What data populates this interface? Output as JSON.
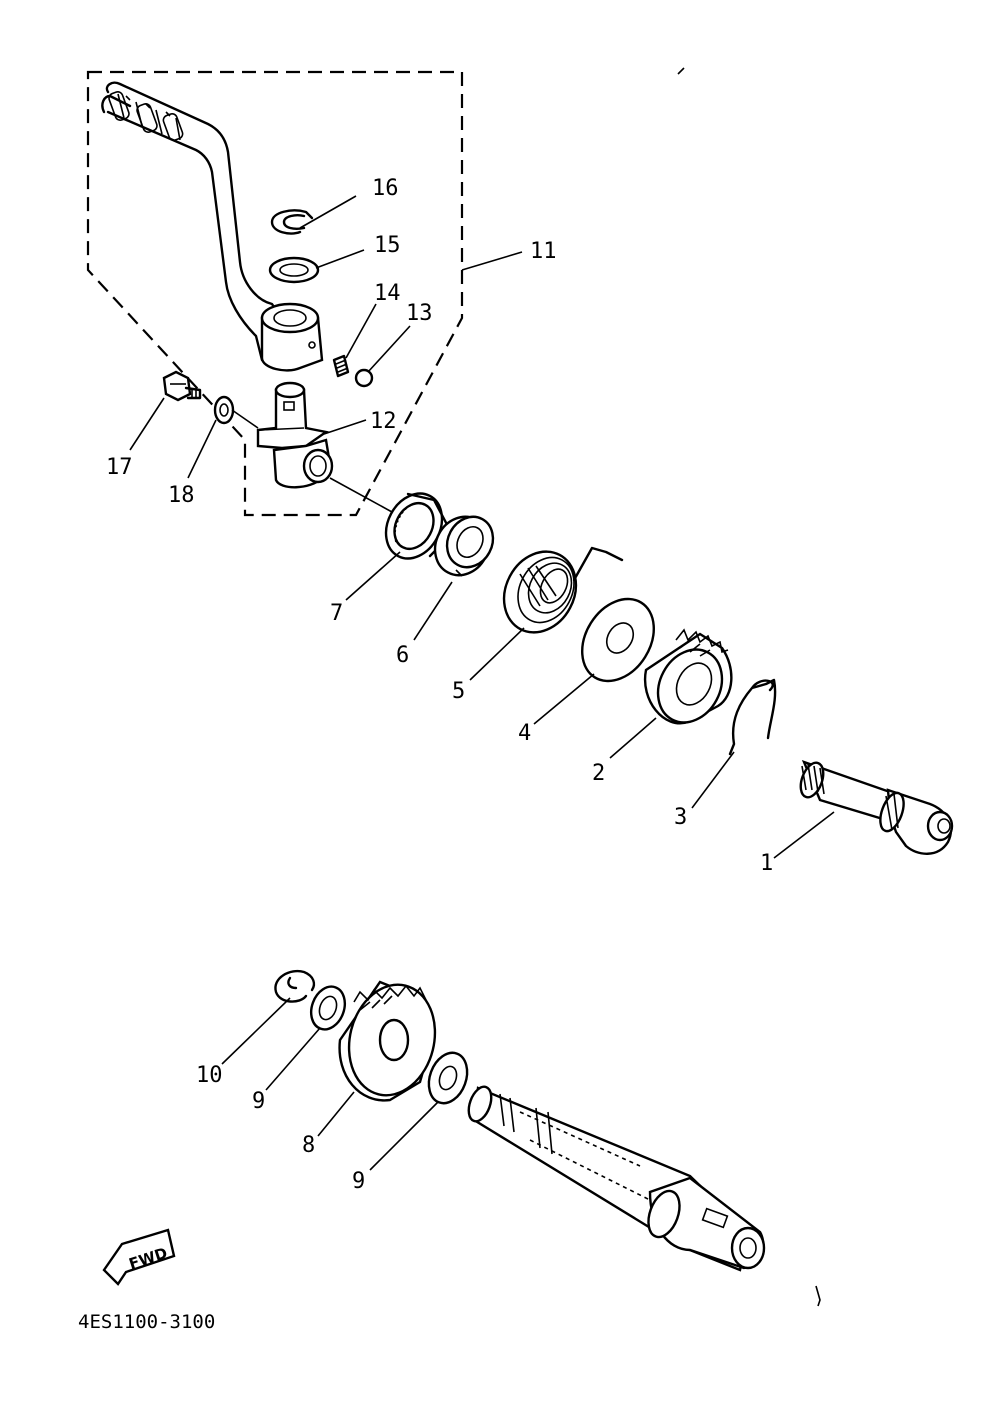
{
  "diagram_code": "4ES1100-3100",
  "fwd_mark": "FWD",
  "labels": {
    "p1": "1",
    "p2": "2",
    "p3": "3",
    "p4": "4",
    "p5": "5",
    "p6": "6",
    "p7": "7",
    "p8": "8",
    "p9a": "9",
    "p9b": "9",
    "p10": "10",
    "p11": "11",
    "p12": "12",
    "p13": "13",
    "p14": "14",
    "p15": "15",
    "p16": "16",
    "p17": "17",
    "p18": "18"
  }
}
